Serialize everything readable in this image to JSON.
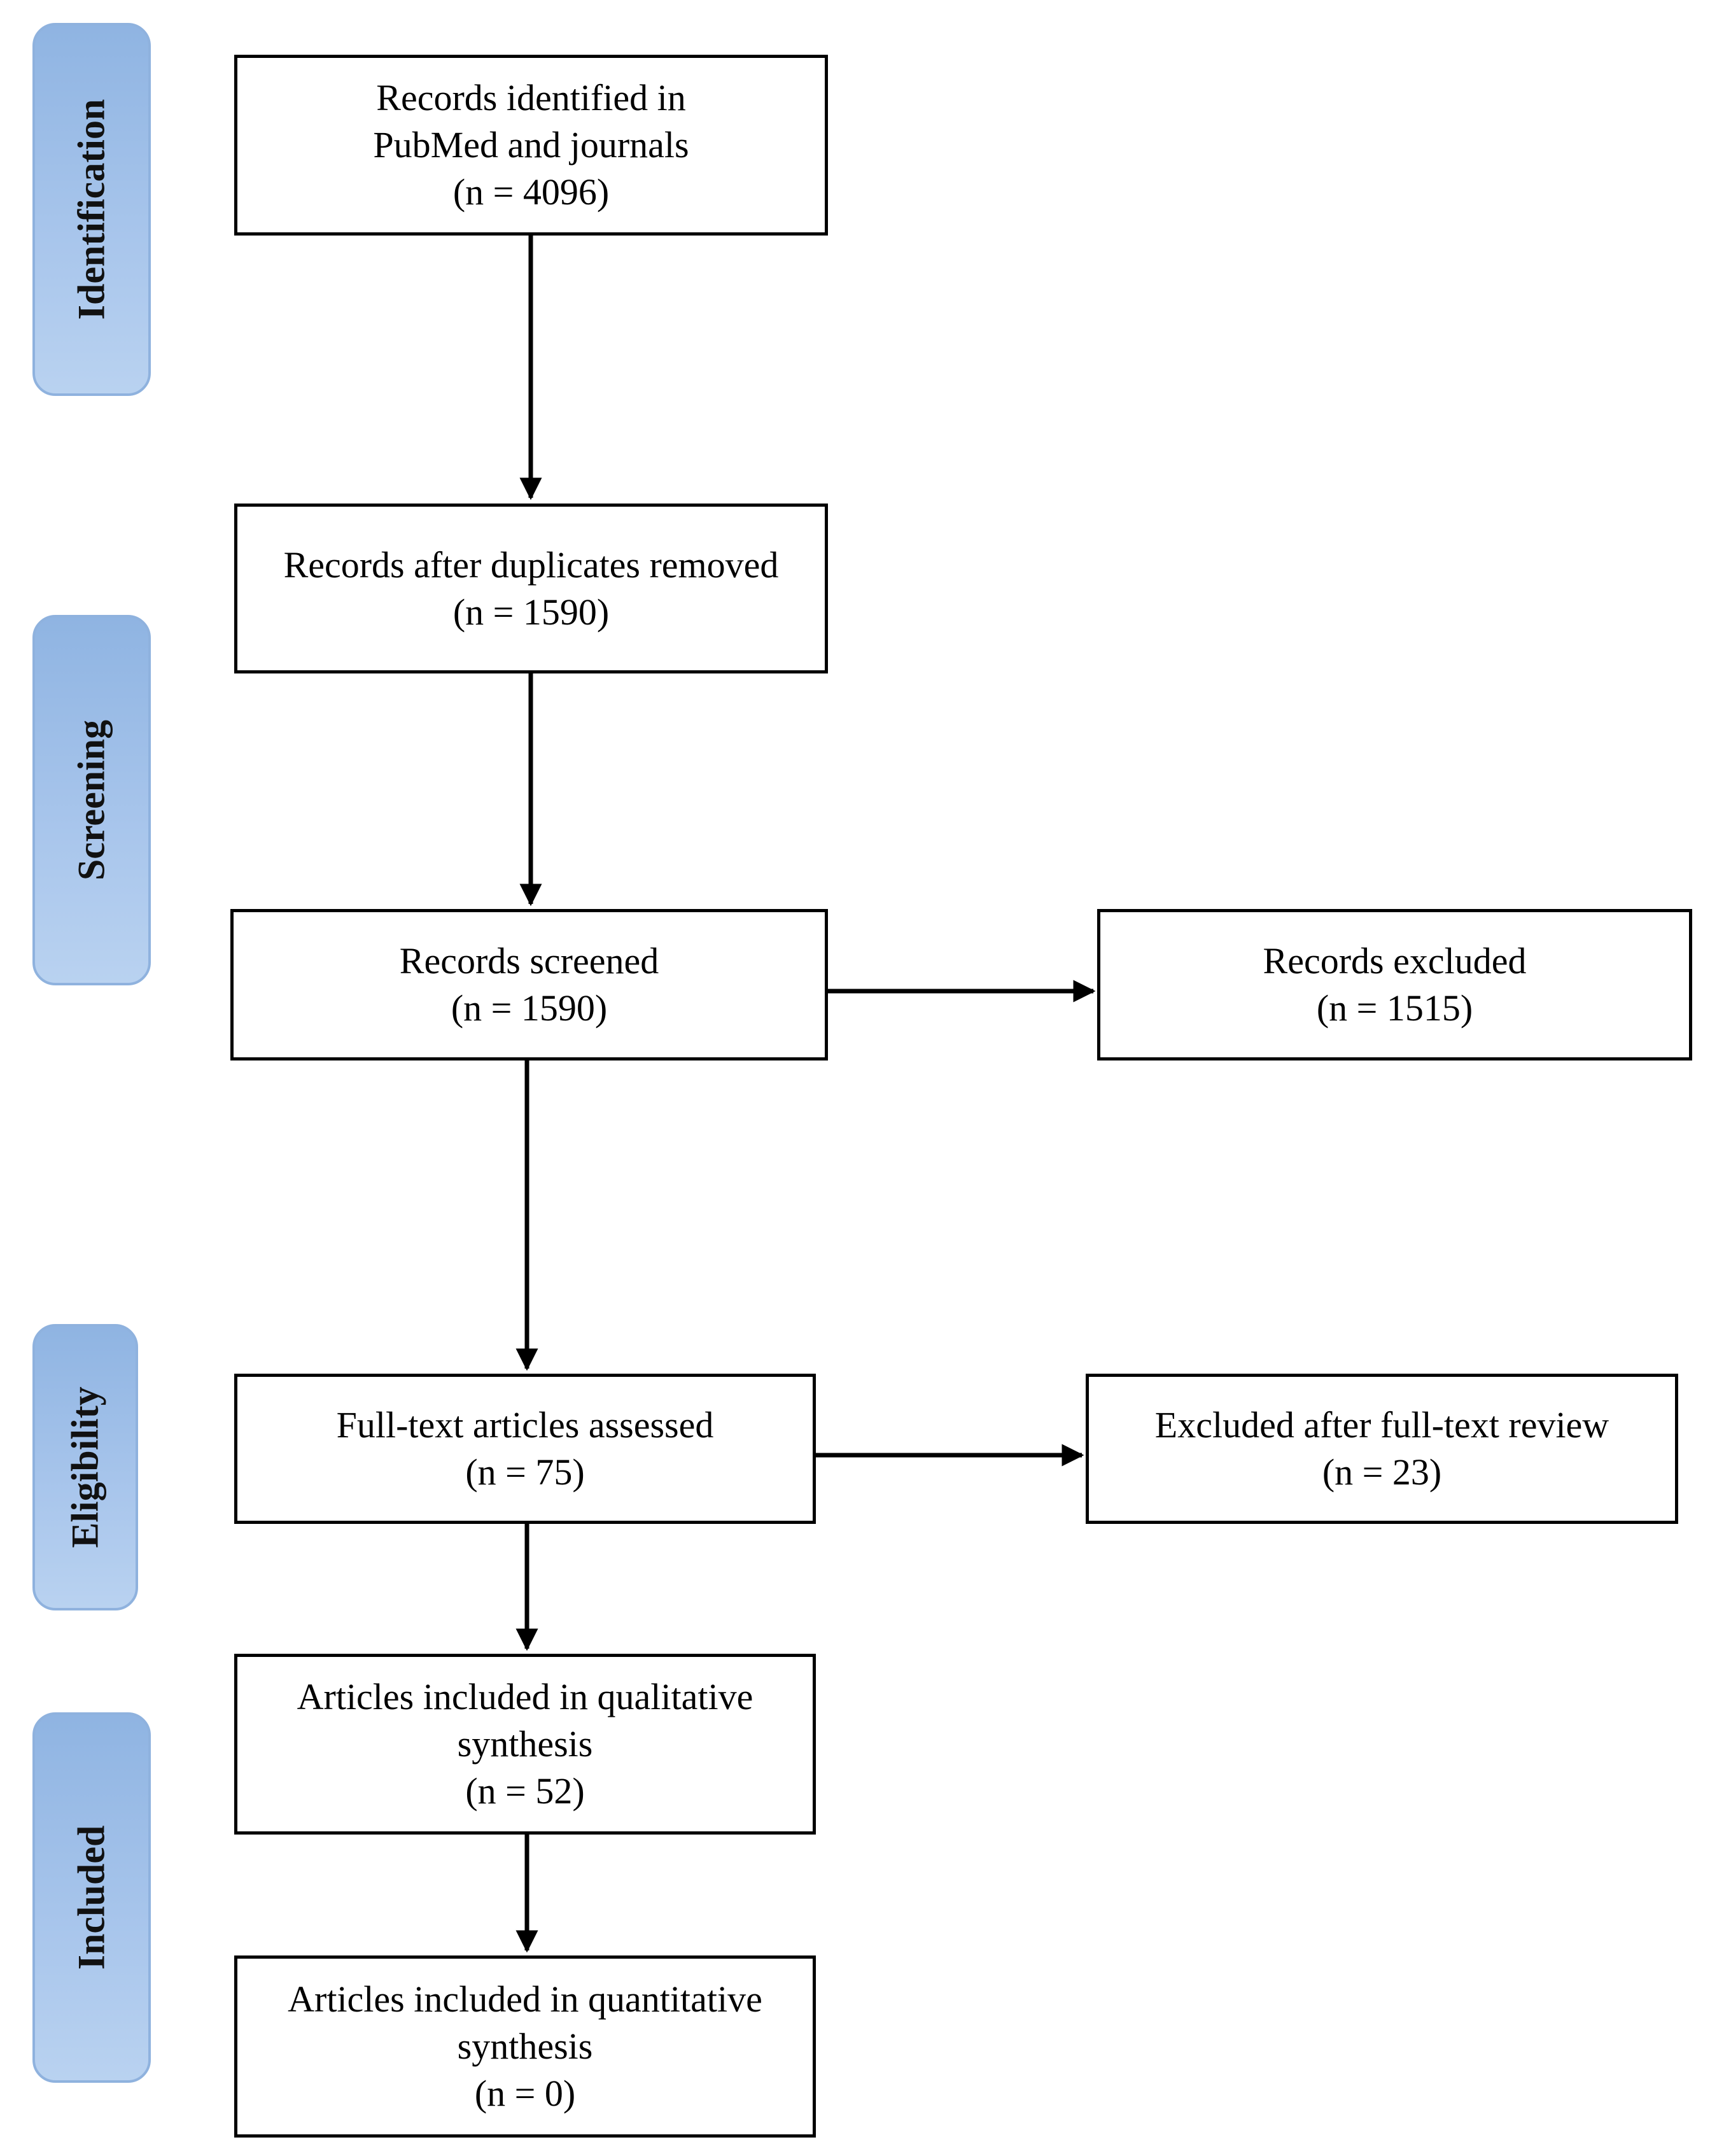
{
  "phases": {
    "identification": "Identification",
    "screening": "Screening",
    "eligibility": "Eligibility",
    "included": "Included"
  },
  "boxes": {
    "identified": {
      "line1": "Records identified in",
      "line2": "PubMed and journals",
      "count": "(n = 4096)"
    },
    "duplicates_removed": {
      "line1": "Records after duplicates removed",
      "count": "(n = 1590)"
    },
    "screened": {
      "line1": "Records screened",
      "count": "(n = 1590)"
    },
    "excluded": {
      "line1": "Records excluded",
      "count": "(n = 1515)"
    },
    "fulltext_assessed": {
      "line1": "Full-text articles assessed",
      "count": "(n = 75)"
    },
    "fulltext_excluded": {
      "line1": "Excluded after full-text review",
      "count": "(n = 23)"
    },
    "qualitative": {
      "line1": "Articles included in qualitative",
      "line2": "synthesis",
      "count": "(n = 52)"
    },
    "quantitative": {
      "line1": "Articles included in quantitative",
      "line2": "synthesis",
      "count": "(n = 0)"
    }
  },
  "colors": {
    "phase_fill": "#a9c6ec",
    "phase_border": "#8fb2de",
    "box_border": "#000000",
    "arrow": "#000000"
  }
}
